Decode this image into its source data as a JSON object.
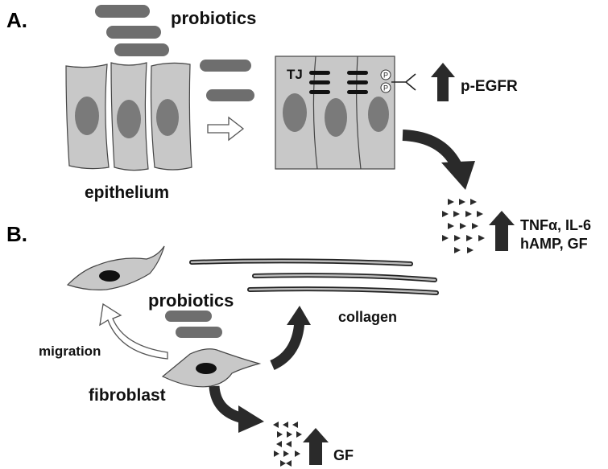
{
  "panels": {
    "a": {
      "label": "A.",
      "probiotics_label": "probiotics",
      "epithelium_label": "epithelium",
      "tj_label": "TJ",
      "phospho_label": "P",
      "pegfr_label": "p-EGFR",
      "cytokines_line1": "TNFα, IL-6",
      "cytokines_line2": "hAMP, GF"
    },
    "b": {
      "label": "B.",
      "probiotics_label": "probiotics",
      "collagen_label": "collagen",
      "migration_label": "migration",
      "fibroblast_label": "fibroblast",
      "gf_label": "GF"
    }
  },
  "colors": {
    "cell_fill": "#c8c8c8",
    "nucleus_fill": "#7a7a7a",
    "bacteria_fill": "#6e6e6e",
    "dark_arrow": "#2a2a2a",
    "outline": "#444444"
  }
}
